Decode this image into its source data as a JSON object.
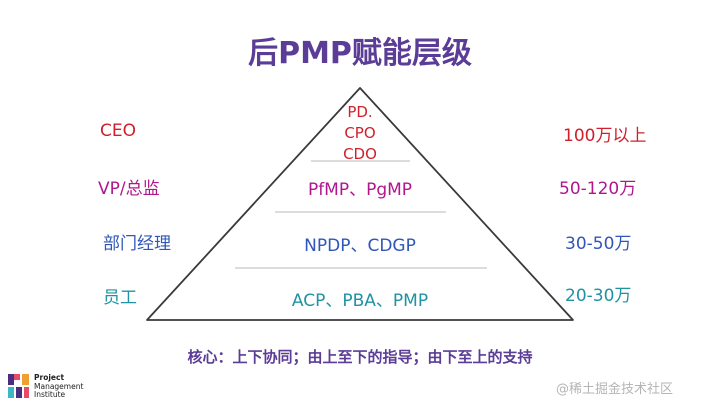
{
  "title": "后PMP赋能层级",
  "levels": [
    {
      "left": "CEO",
      "center": [
        "PD.",
        "CPO",
        "CDO"
      ],
      "right": "100万以上",
      "left_color": "#d0202a",
      "center_color": "#d0202a",
      "right_color": "#d0202a"
    },
    {
      "left": "VP/总监",
      "center": [
        "PfMP、PgMP"
      ],
      "right": "50-120万",
      "left_color": "#b0178e",
      "center_color": "#b0178e",
      "right_color": "#b0178e"
    },
    {
      "left": "部门经理",
      "center": [
        "NPDP、CDGP"
      ],
      "right": "30-50万",
      "left_color": "#2f56b8",
      "center_color": "#2f56b8",
      "right_color": "#2f56b8"
    },
    {
      "left": "员工",
      "center": [
        "ACP、PBA、PMP"
      ],
      "right": "20-30万",
      "left_color": "#1f93a3",
      "center_color": "#1f93a3",
      "right_color": "#1f93a3"
    }
  ],
  "core_text": "核心：上下协同；由上至下的指导；由下至上的支持",
  "logo": {
    "lines": [
      "Project",
      "Management",
      "Institute"
    ]
  },
  "watermark": "@稀土掘金技术社区",
  "colors": {
    "title": "#5b3c96",
    "pyramid_line": "#3a3a3a",
    "divider": "#c8c8c8"
  }
}
